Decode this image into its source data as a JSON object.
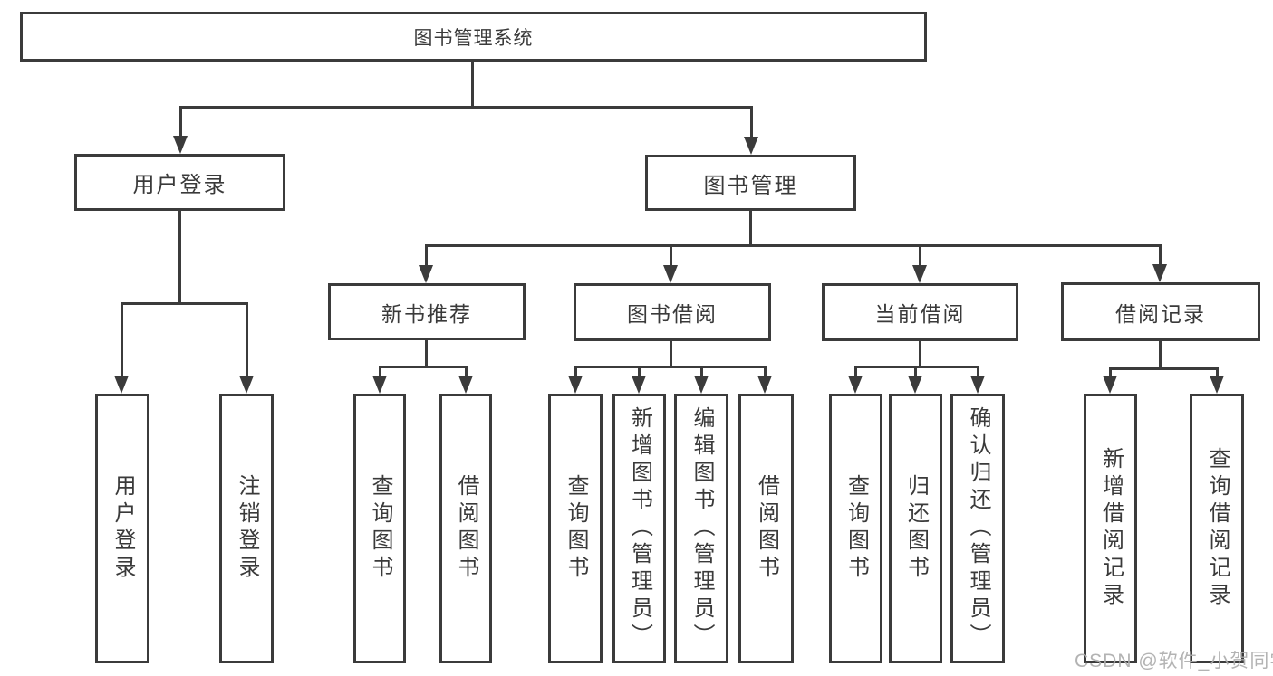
{
  "tree": {
    "root": "图书管理系统",
    "branches": [
      {
        "label": "用户登录",
        "children": [
          "用户登录",
          "注销登录"
        ]
      },
      {
        "label": "图书管理",
        "sections": [
          {
            "label": "新书推荐",
            "children": [
              "查询图书",
              "借阅图书"
            ]
          },
          {
            "label": "图书借阅",
            "children": [
              "查询图书",
              "新增图书（管理员）",
              "编辑图书（管理员）",
              "借阅图书"
            ]
          },
          {
            "label": "当前借阅",
            "children": [
              "查询图书",
              "归还图书",
              "确认归还（管理员）"
            ]
          },
          {
            "label": "借阅记录",
            "children": [
              "新增借阅记录",
              "查询借阅记录"
            ]
          }
        ]
      }
    ]
  },
  "watermark": {
    "text": "CSDN @软件_小贺同学"
  },
  "colors": {
    "line": "#3b3b3b",
    "text": "#3a3a3a",
    "watermark": "#acacac",
    "background": "#ffffff"
  }
}
